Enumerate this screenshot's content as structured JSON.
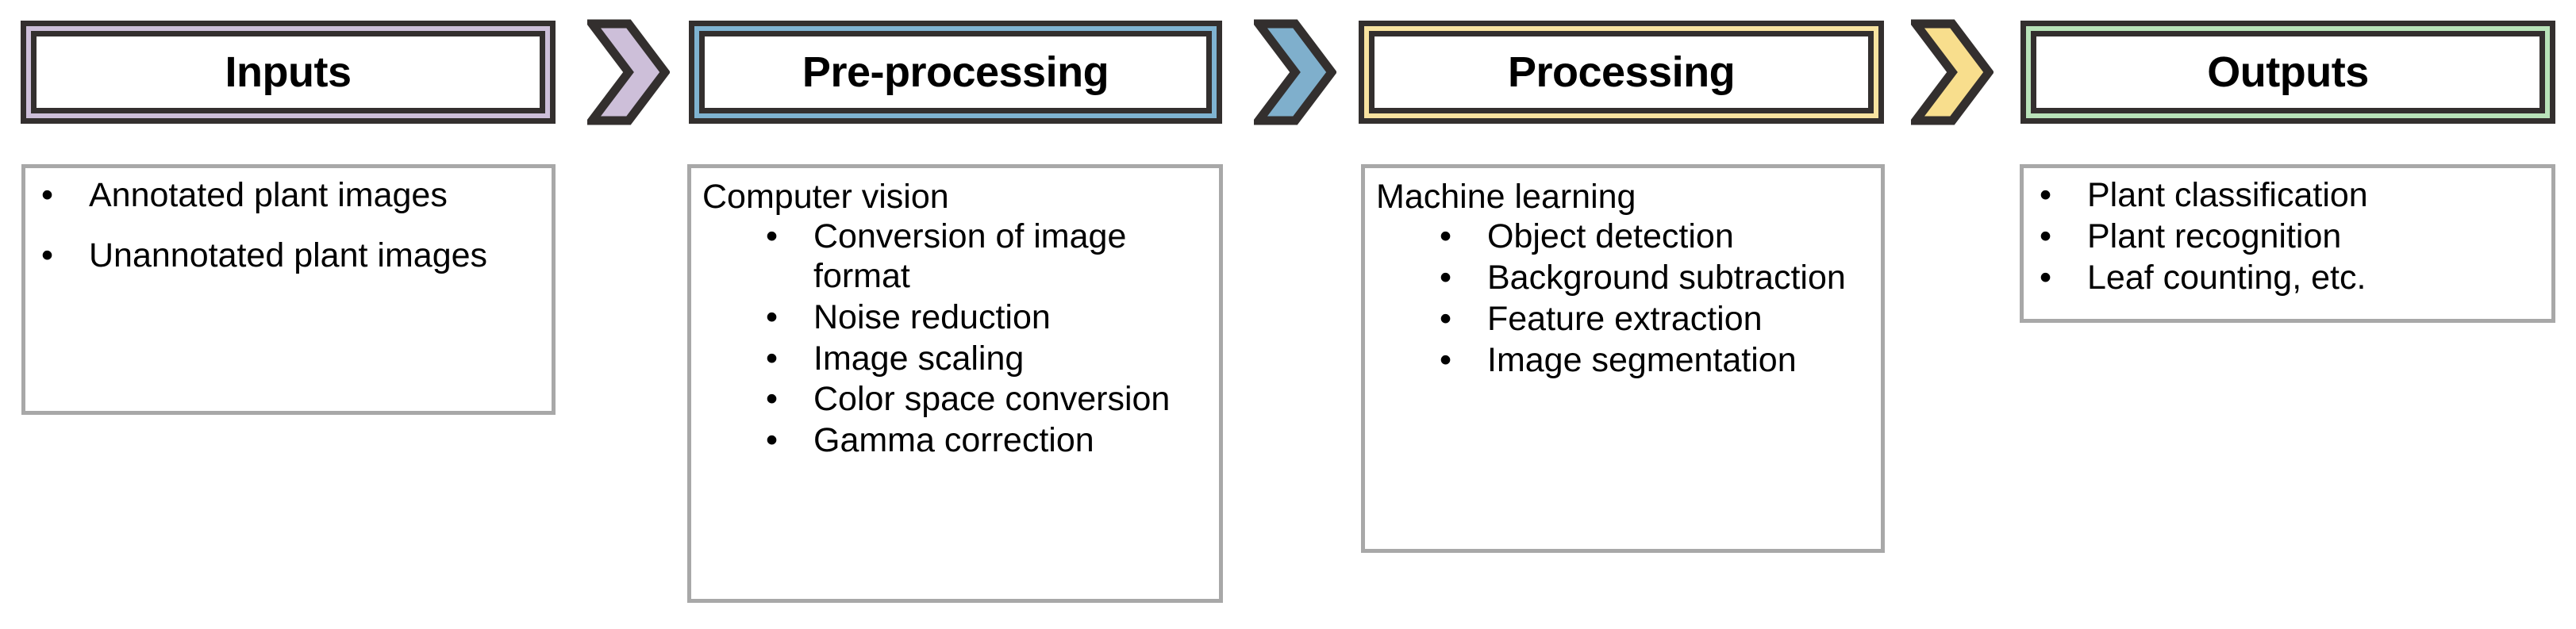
{
  "diagram": {
    "type": "pipeline-flow",
    "stages": [
      {
        "id": "inputs",
        "header_label": "Inputs",
        "accent_color": "#CDBFD9",
        "border_color": "#332F2E",
        "body": {
          "heading": "",
          "bullets": [
            "Annotated plant images",
            "Unannotated plant images"
          ]
        }
      },
      {
        "id": "pre-processing",
        "header_label": "Pre-processing",
        "accent_color": "#7FB3D1",
        "border_color": "#332F2E",
        "body": {
          "heading": "Computer vision",
          "bullets": [
            "Conversion of image format",
            "Noise reduction",
            "Image scaling",
            "Color space conversion",
            "Gamma correction"
          ]
        }
      },
      {
        "id": "processing",
        "header_label": "Processing",
        "accent_color": "#F8E3A0",
        "border_color": "#332F2E",
        "body": {
          "heading": "Machine learning",
          "bullets": [
            "Object detection",
            "Background subtraction",
            "Feature extraction",
            "Image segmentation"
          ]
        }
      },
      {
        "id": "outputs",
        "header_label": "Outputs",
        "accent_color": "#B9E3B9",
        "border_color": "#332F2E",
        "body": {
          "heading": "",
          "bullets": [
            "Plant classification",
            "Plant recognition",
            "Leaf counting, etc."
          ]
        }
      }
    ],
    "connectors": [
      {
        "id": "arrow-inputs-to-preprocessing",
        "icon": "chevron-right-icon",
        "fill": "#CDBFD9",
        "outline": "#332F2E"
      },
      {
        "id": "arrow-preprocessing-to-processing",
        "icon": "chevron-right-icon",
        "fill": "#7FAFCC",
        "outline": "#332F2E"
      },
      {
        "id": "arrow-processing-to-outputs",
        "icon": "chevron-right-icon",
        "fill": "#F8DE8D",
        "outline": "#332F2E"
      }
    ],
    "bullet_glyph": "•",
    "content_box_border_color": "#A8A8A8"
  }
}
